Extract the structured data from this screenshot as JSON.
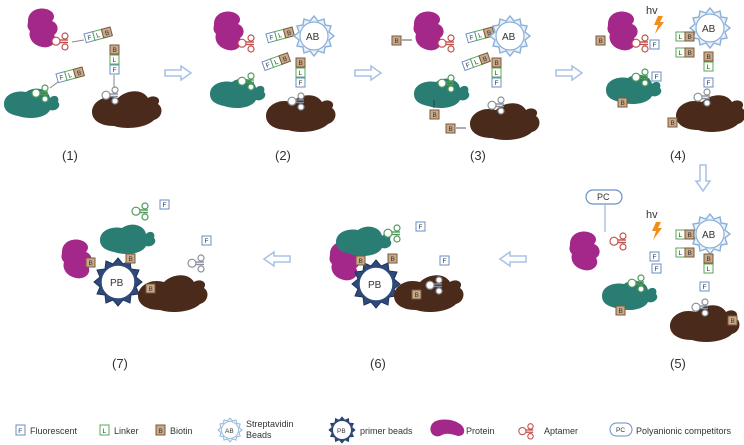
{
  "steps": [
    "(1)",
    "(2)",
    "(3)",
    "(4)",
    "(5)",
    "(6)",
    "(7)"
  ],
  "bead_labels": {
    "streptavidin": "AB",
    "primer": "PB"
  },
  "tag_letters": {
    "fluorescent": "F",
    "linker": "L",
    "biotin": "B"
  },
  "light_label": "hv",
  "competitor_label": "PC",
  "legend": {
    "fluorescent": {
      "key": "F",
      "label": "Fluorescent"
    },
    "linker": {
      "key": "L",
      "label": "Linker"
    },
    "biotin": {
      "key": "B",
      "label": "Biotin"
    },
    "streptavidin": {
      "key": "AB",
      "label_line1": "Streptavidin",
      "label_line2": "Beads"
    },
    "primer": {
      "key": "PB",
      "label": "primer beads"
    },
    "protein": {
      "label": "Protein"
    },
    "aptamer": {
      "label": "Aptamer"
    },
    "competitor": {
      "key": "PC",
      "label": "Polyanionic competitors"
    }
  },
  "colors": {
    "protein_magenta": "#a3288a",
    "protein_teal": "#2a7d73",
    "protein_brown": "#4a2a1a",
    "arrow": "#a9c4e6",
    "fluorescent_border": "#6a8fc4",
    "linker_border": "#57a857",
    "biotin_fill": "#c9a98a",
    "streptavidin_bead": "#8ab0d8",
    "primer_bead": "#2f4a7a",
    "lightning": "#f28c1c"
  }
}
